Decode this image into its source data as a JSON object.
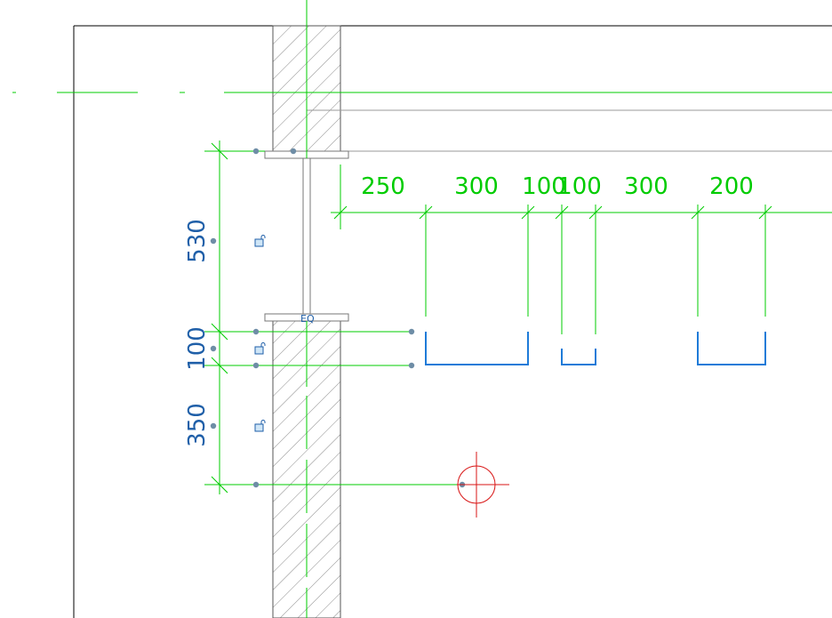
{
  "colors": {
    "dimension": "#00cc00",
    "selected_dimension_text": "#1f5fa8",
    "wall_outline": "#555555",
    "hatch": "#777777",
    "opening": "#1e7bd8",
    "grip": "#6e8da6",
    "crosshair": "#d81414",
    "frame": "#000000"
  },
  "horizontal_dimensions": [
    "250",
    "300",
    "100",
    "100",
    "300",
    "200"
  ],
  "vertical_dimensions": [
    "530",
    "100",
    "350"
  ],
  "eq_label": "EQ",
  "icons": {
    "lock": "lock-icon",
    "grip": "grip-handle",
    "crosshair": "crosshair-cursor-icon"
  }
}
